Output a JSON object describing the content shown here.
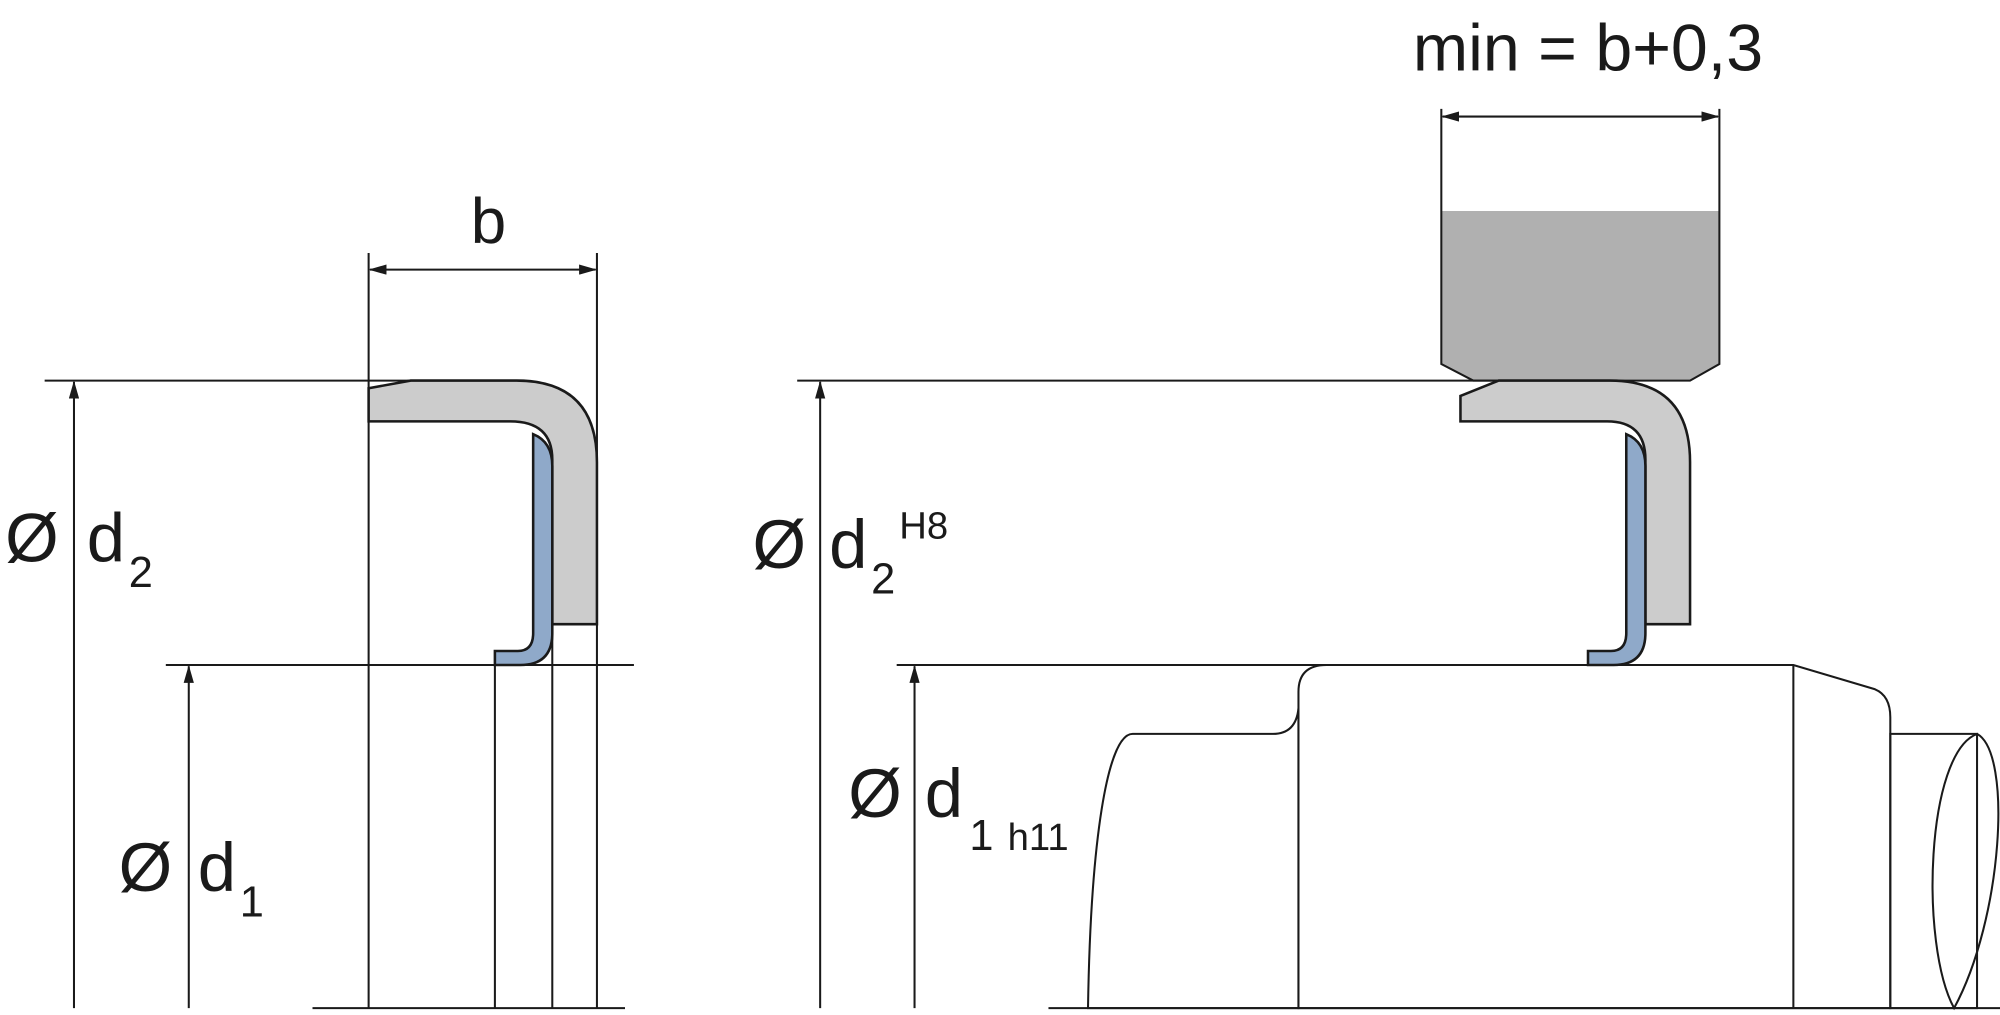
{
  "left_view": {
    "width_label": "b",
    "outer_diameter": {
      "symbol": "Ø",
      "label": "d",
      "subscript": "2"
    },
    "inner_diameter": {
      "symbol": "Ø",
      "label": "d",
      "subscript": "1"
    }
  },
  "right_view": {
    "housing_width_label": "min = b+0,3",
    "bore_diameter": {
      "symbol": "Ø",
      "label": "d",
      "subscript": "2",
      "tolerance": "H8"
    },
    "shaft_diameter": {
      "symbol": "Ø",
      "label": "d",
      "subscript": "1",
      "tolerance": "h11"
    }
  },
  "colors": {
    "seal_body": "#cccccc",
    "metal_insert": "#8fa9c9",
    "housing": "#b0b0b0",
    "line": "#1a1a1a"
  }
}
